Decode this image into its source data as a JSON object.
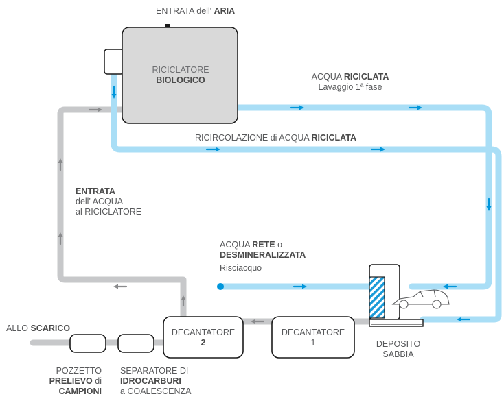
{
  "labels": {
    "air_inlet": {
      "pre": "ENTRATA dell'",
      "bold": "ARIA"
    },
    "recycler": {
      "line1": "RICICLATORE",
      "line2": "BIOLOGICO"
    },
    "recycled_water": {
      "pre": "ACQUA",
      "bold": "RICICLATA",
      "sub": "Lavaggio 1ª fase"
    },
    "recirculation": {
      "pre": "RICIRCOLAZIONE di ACQUA",
      "bold": "RICICLATA"
    },
    "inlet": {
      "bold": "ENTRATA",
      "line2": "dell' ACQUA",
      "line3": "al RICICLATORE"
    },
    "mains_water": {
      "pre": "ACQUA",
      "bold": "RETE",
      "post": "o",
      "bold2": "DESMINERALIZZATA",
      "sub": "Risciacquo"
    },
    "discharge": {
      "pre": "ALLO",
      "bold": "SCARICO"
    },
    "decanter2": {
      "line1": "DECANTATORE",
      "line2": "2"
    },
    "decanter1": {
      "line1": "DECANTATORE",
      "line2": "1"
    },
    "sand_deposit": {
      "line1": "DEPOSITO",
      "line2": "SABBIA"
    },
    "sampling_well": {
      "line1": "POZZETTO",
      "bold2": "PRELIEVO",
      "post2": "di",
      "bold3": "CAMPIONI"
    },
    "separator": {
      "line1": "SEPARATORE DI",
      "bold2": "IDROCARBURI",
      "line3": "a COALESCENZA"
    }
  },
  "colors": {
    "blue_pipe": "#a9def6",
    "blue_arrow": "#0096db",
    "grey_pipe": "#c7c8ca",
    "grey_arrow": "#8a8b8d",
    "box_fill": "#d9d9d9",
    "outline": "#1a1a1a",
    "text": "#58595b"
  }
}
